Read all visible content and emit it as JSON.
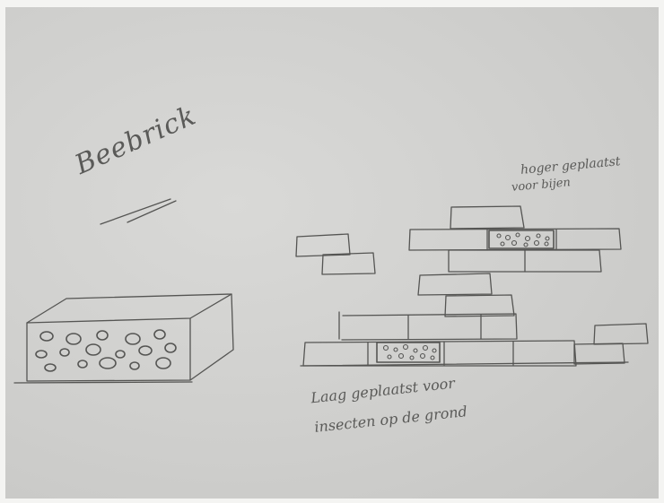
{
  "title": "Beebrick",
  "annotation_high": {
    "line1": "hoger geplaatst",
    "line2": "voor bijen"
  },
  "annotation_low": {
    "line1": "Laag geplaatst voor",
    "line2": "insecten op de grond"
  },
  "colors": {
    "paper": "#cfcfcd",
    "pencil": "#5a5a58"
  }
}
